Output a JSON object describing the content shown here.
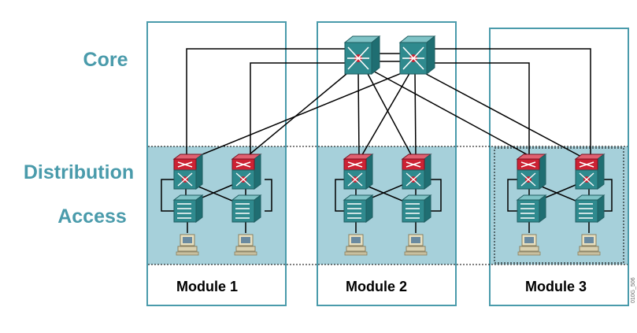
{
  "layers": {
    "core": "Core",
    "distribution": "Distribution",
    "access": "Access"
  },
  "modules": [
    {
      "label": "Module 1"
    },
    {
      "label": "Module 2"
    },
    {
      "label": "Module 3"
    }
  ],
  "figure_code": "010G_506",
  "colors": {
    "label_teal": "#4a9bab",
    "box_border": "#4a9bab",
    "dist_band": "#a6d0da",
    "router_red": "#cc2233",
    "switch_teal": "#2f8a8e",
    "link": "#000000"
  },
  "icons": {
    "core": "multilayer-switch-icon",
    "distribution": "router-switch-icon",
    "access": "access-switch-icon",
    "host": "workstation-icon"
  }
}
